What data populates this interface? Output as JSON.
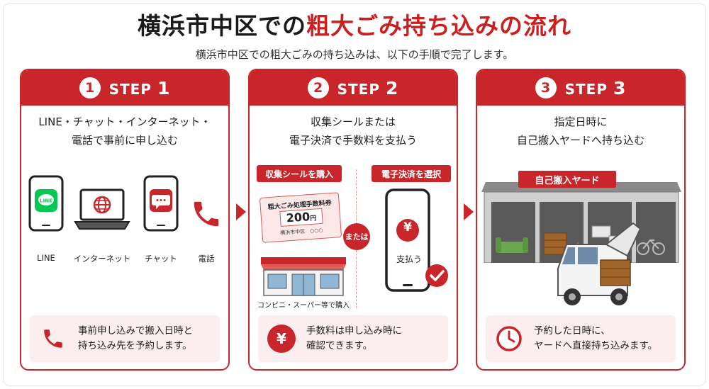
{
  "title": {
    "part1": "横浜市中区での",
    "part2": "粗大ごみ持ち込みの流れ"
  },
  "subtitle": "横浜市中区での粗大ごみの持ち込みは、以下の手順で完了します。",
  "steps": [
    {
      "number": "1",
      "label": "STEP",
      "label_num": "1",
      "desc_line1": "LINE・チャット・インターネット・",
      "desc_line2": "電話で事前に申し込む",
      "devices": [
        {
          "icon": "line-icon",
          "label": "LINE",
          "icon_text": "LINE"
        },
        {
          "icon": "globe-icon",
          "label": "インターネット"
        },
        {
          "icon": "chat-icon",
          "label": "チャット"
        },
        {
          "icon": "phone-icon",
          "label": "電話"
        }
      ],
      "note_line1": "事前申し込みで搬入日時と",
      "note_line2": "持ち込み先を予約します。",
      "note_icon": "phone-icon"
    },
    {
      "number": "2",
      "label": "STEP",
      "label_num": "2",
      "desc_line1": "収集シールまたは",
      "desc_line2": "電子決済で手数料を支払う",
      "tag_left": "収集シールを購入",
      "tag_right": "電子決済を選択",
      "ticket_title": "粗大ごみ処理手数料券",
      "ticket_price": "200",
      "ticket_unit": "円",
      "ticket_foot": "横浜市中区　○○○",
      "or_label": "または",
      "store_label": "コンビニ・スーパー等で購入",
      "phone_symbol": "¥",
      "pay_label": "支払う",
      "note_line1": "手数料は申し込み時に",
      "note_line2": "確認できます。",
      "note_icon_text": "¥"
    },
    {
      "number": "3",
      "label": "STEP",
      "label_num": "3",
      "desc_line1": "指定日時に",
      "desc_line2": "自己搬入ヤードへ持ち込む",
      "yard_sign": "自己搬入ヤード",
      "note_line1": "予約した日時に、",
      "note_line2": "ヤードへ直接持ち込みます。",
      "note_icon": "clock-icon"
    }
  ],
  "colors": {
    "accent": "#c8262a",
    "line_green": "#06c755",
    "note_bg": "#fbeeee"
  }
}
